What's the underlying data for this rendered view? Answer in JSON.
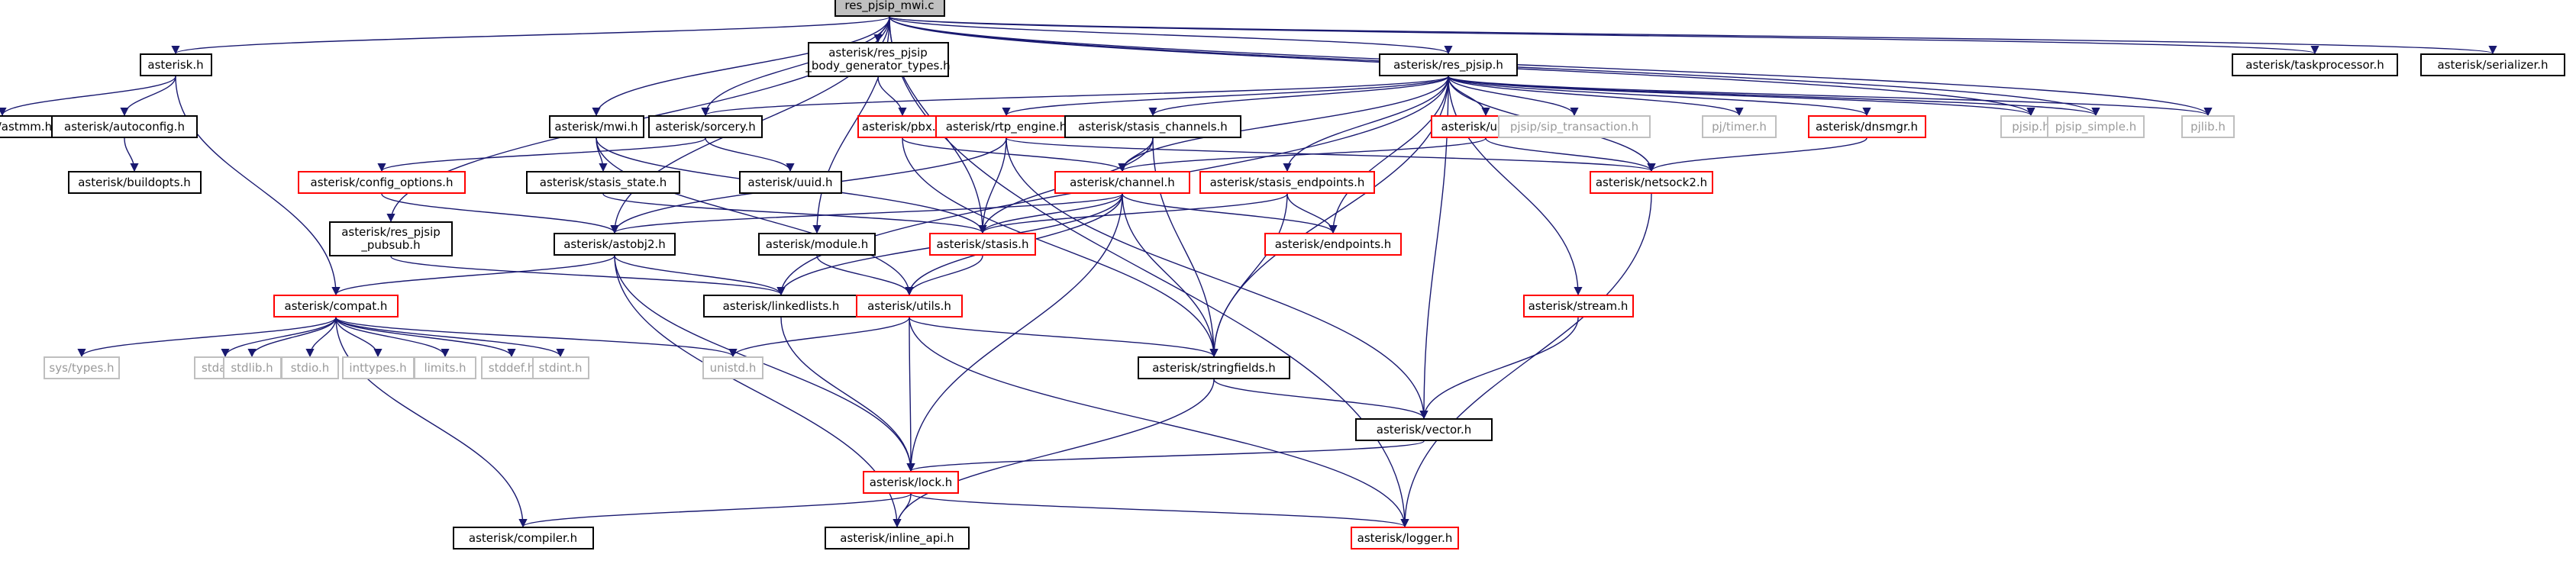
{
  "colors": {
    "edge": "#191970",
    "documented_border": "#000000",
    "incomplete_border": "#ff0000",
    "system_border": "#bfbfbf",
    "system_text": "#9a9a9a",
    "root_fill": "#bfbfbf"
  },
  "nodes": [
    {
      "id": "res_pjsip_mwi_c",
      "label": "res_pjsip_mwi.c",
      "kind": "root"
    },
    {
      "id": "asterisk_h",
      "label": "asterisk.h",
      "kind": "black"
    },
    {
      "id": "res_pjsip_body_generator_types_h",
      "label": "asterisk/res_pjsip\n_body_generator_types.h",
      "kind": "black"
    },
    {
      "id": "res_pjsip_h",
      "label": "asterisk/res_pjsip.h",
      "kind": "black"
    },
    {
      "id": "taskprocessor_h",
      "label": "asterisk/taskprocessor.h",
      "kind": "black"
    },
    {
      "id": "serializer_h",
      "label": "asterisk/serializer.h",
      "kind": "black"
    },
    {
      "id": "astmm_h",
      "label": "asterisk/astmm.h",
      "kind": "black"
    },
    {
      "id": "autoconfig_h",
      "label": "asterisk/autoconfig.h",
      "kind": "black"
    },
    {
      "id": "buildopts_h",
      "label": "asterisk/buildopts.h",
      "kind": "black"
    },
    {
      "id": "mwi_h",
      "label": "asterisk/mwi.h",
      "kind": "black"
    },
    {
      "id": "sorcery_h",
      "label": "asterisk/sorcery.h",
      "kind": "black"
    },
    {
      "id": "pbx_h",
      "label": "asterisk/pbx.h",
      "kind": "red"
    },
    {
      "id": "rtp_engine_h",
      "label": "asterisk/rtp_engine.h",
      "kind": "red"
    },
    {
      "id": "stasis_channels_h",
      "label": "asterisk/stasis_channels.h",
      "kind": "black"
    },
    {
      "id": "udptl_h",
      "label": "asterisk/udptl.h",
      "kind": "red"
    },
    {
      "id": "sip_transaction_h",
      "label": "pjsip/sip_transaction.h",
      "kind": "gray"
    },
    {
      "id": "pj_timer_h",
      "label": "pj/timer.h",
      "kind": "gray"
    },
    {
      "id": "dnsmgr_h",
      "label": "asterisk/dnsmgr.h",
      "kind": "red"
    },
    {
      "id": "pjsip_h",
      "label": "pjsip.h",
      "kind": "gray"
    },
    {
      "id": "pjsip_simple_h",
      "label": "pjsip_simple.h",
      "kind": "gray"
    },
    {
      "id": "pjlib_h",
      "label": "pjlib.h",
      "kind": "gray"
    },
    {
      "id": "config_options_h",
      "label": "asterisk/config_options.h",
      "kind": "red"
    },
    {
      "id": "stasis_state_h",
      "label": "asterisk/stasis_state.h",
      "kind": "black"
    },
    {
      "id": "uuid_h",
      "label": "asterisk/uuid.h",
      "kind": "black"
    },
    {
      "id": "channel_h",
      "label": "asterisk/channel.h",
      "kind": "red"
    },
    {
      "id": "stasis_endpoints_h",
      "label": "asterisk/stasis_endpoints.h",
      "kind": "red"
    },
    {
      "id": "netsock2_h",
      "label": "asterisk/netsock2.h",
      "kind": "red"
    },
    {
      "id": "res_pjsip_pubsub_h",
      "label": "asterisk/res_pjsip\n_pubsub.h",
      "kind": "black"
    },
    {
      "id": "astobj2_h",
      "label": "asterisk/astobj2.h",
      "kind": "black"
    },
    {
      "id": "module_h",
      "label": "asterisk/module.h",
      "kind": "black"
    },
    {
      "id": "stasis_h",
      "label": "asterisk/stasis.h",
      "kind": "red"
    },
    {
      "id": "endpoints_h",
      "label": "asterisk/endpoints.h",
      "kind": "red"
    },
    {
      "id": "compat_h",
      "label": "asterisk/compat.h",
      "kind": "red"
    },
    {
      "id": "linkedlists_h",
      "label": "asterisk/linkedlists.h",
      "kind": "black"
    },
    {
      "id": "utils_h",
      "label": "asterisk/utils.h",
      "kind": "red"
    },
    {
      "id": "stream_h",
      "label": "asterisk/stream.h",
      "kind": "red"
    },
    {
      "id": "sys_types_h",
      "label": "sys/types.h",
      "kind": "gray"
    },
    {
      "id": "stdarg_h",
      "label": "stdarg.h",
      "kind": "gray"
    },
    {
      "id": "stdlib_h",
      "label": "stdlib.h",
      "kind": "gray"
    },
    {
      "id": "stdio_h",
      "label": "stdio.h",
      "kind": "gray"
    },
    {
      "id": "inttypes_h",
      "label": "inttypes.h",
      "kind": "gray"
    },
    {
      "id": "limits_h",
      "label": "limits.h",
      "kind": "gray"
    },
    {
      "id": "stddef_h",
      "label": "stddef.h",
      "kind": "gray"
    },
    {
      "id": "stdint_h",
      "label": "stdint.h",
      "kind": "gray"
    },
    {
      "id": "unistd_h",
      "label": "unistd.h",
      "kind": "gray"
    },
    {
      "id": "stringfields_h",
      "label": "asterisk/stringfields.h",
      "kind": "black"
    },
    {
      "id": "vector_h",
      "label": "asterisk/vector.h",
      "kind": "black"
    },
    {
      "id": "lock_h",
      "label": "asterisk/lock.h",
      "kind": "red"
    },
    {
      "id": "compiler_h",
      "label": "asterisk/compiler.h",
      "kind": "black"
    },
    {
      "id": "inline_api_h",
      "label": "asterisk/inline_api.h",
      "kind": "black"
    },
    {
      "id": "logger_h",
      "label": "asterisk/logger.h",
      "kind": "red"
    }
  ],
  "edges": [
    [
      "res_pjsip_mwi_c",
      "asterisk_h"
    ],
    [
      "res_pjsip_mwi_c",
      "res_pjsip_body_generator_types_h"
    ],
    [
      "res_pjsip_mwi_c",
      "res_pjsip_h"
    ],
    [
      "res_pjsip_mwi_c",
      "taskprocessor_h"
    ],
    [
      "res_pjsip_mwi_c",
      "serializer_h"
    ],
    [
      "res_pjsip_mwi_c",
      "mwi_h"
    ],
    [
      "res_pjsip_mwi_c",
      "sorcery_h"
    ],
    [
      "res_pjsip_mwi_c",
      "module_h"
    ],
    [
      "res_pjsip_mwi_c",
      "astobj2_h"
    ],
    [
      "res_pjsip_mwi_c",
      "res_pjsip_pubsub_h"
    ],
    [
      "res_pjsip_mwi_c",
      "stasis_h"
    ],
    [
      "res_pjsip_mwi_c",
      "pjsip_h"
    ],
    [
      "res_pjsip_mwi_c",
      "pjsip_simple_h"
    ],
    [
      "res_pjsip_mwi_c",
      "pjlib_h"
    ],
    [
      "res_pjsip_mwi_c",
      "logger_h"
    ],
    [
      "asterisk_h",
      "astmm_h"
    ],
    [
      "asterisk_h",
      "autoconfig_h"
    ],
    [
      "asterisk_h",
      "compat_h"
    ],
    [
      "autoconfig_h",
      "buildopts_h"
    ],
    [
      "res_pjsip_body_generator_types_h",
      "pbx_h"
    ],
    [
      "res_pjsip_h",
      "sorcery_h"
    ],
    [
      "res_pjsip_h",
      "rtp_engine_h"
    ],
    [
      "res_pjsip_h",
      "stasis_channels_h"
    ],
    [
      "res_pjsip_h",
      "udptl_h"
    ],
    [
      "res_pjsip_h",
      "sip_transaction_h"
    ],
    [
      "res_pjsip_h",
      "pj_timer_h"
    ],
    [
      "res_pjsip_h",
      "dnsmgr_h"
    ],
    [
      "res_pjsip_h",
      "pjsip_h"
    ],
    [
      "res_pjsip_h",
      "pjsip_simple_h"
    ],
    [
      "res_pjsip_h",
      "pjlib_h"
    ],
    [
      "res_pjsip_h",
      "channel_h"
    ],
    [
      "res_pjsip_h",
      "stasis_endpoints_h"
    ],
    [
      "res_pjsip_h",
      "netsock2_h"
    ],
    [
      "res_pjsip_h",
      "linkedlists_h"
    ],
    [
      "res_pjsip_h",
      "stringfields_h"
    ],
    [
      "res_pjsip_h",
      "endpoints_h"
    ],
    [
      "res_pjsip_h",
      "stream_h"
    ],
    [
      "res_pjsip_h",
      "vector_h"
    ],
    [
      "mwi_h",
      "stasis_state_h"
    ],
    [
      "mwi_h",
      "stasis_h"
    ],
    [
      "mwi_h",
      "utils_h"
    ],
    [
      "sorcery_h",
      "config_options_h"
    ],
    [
      "sorcery_h",
      "uuid_h"
    ],
    [
      "config_options_h",
      "astobj2_h"
    ],
    [
      "pbx_h",
      "channel_h"
    ],
    [
      "pbx_h",
      "stringfields_h"
    ],
    [
      "rtp_engine_h",
      "astobj2_h"
    ],
    [
      "rtp_engine_h",
      "stasis_h"
    ],
    [
      "rtp_engine_h",
      "netsock2_h"
    ],
    [
      "rtp_engine_h",
      "vector_h"
    ],
    [
      "stasis_channels_h",
      "channel_h"
    ],
    [
      "stasis_channels_h",
      "stasis_h"
    ],
    [
      "stasis_channels_h",
      "stringfields_h"
    ],
    [
      "udptl_h",
      "channel_h"
    ],
    [
      "udptl_h",
      "netsock2_h"
    ],
    [
      "dnsmgr_h",
      "netsock2_h"
    ],
    [
      "stasis_state_h",
      "stasis_h"
    ],
    [
      "channel_h",
      "astobj2_h"
    ],
    [
      "channel_h",
      "stasis_h"
    ],
    [
      "channel_h",
      "endpoints_h"
    ],
    [
      "channel_h",
      "linkedlists_h"
    ],
    [
      "channel_h",
      "utils_h"
    ],
    [
      "channel_h",
      "stringfields_h"
    ],
    [
      "channel_h",
      "lock_h"
    ],
    [
      "stasis_endpoints_h",
      "stasis_h"
    ],
    [
      "stasis_endpoints_h",
      "endpoints_h"
    ],
    [
      "stasis_endpoints_h",
      "stringfields_h"
    ],
    [
      "netsock2_h",
      "logger_h"
    ],
    [
      "res_pjsip_pubsub_h",
      "linkedlists_h"
    ],
    [
      "astobj2_h",
      "compat_h"
    ],
    [
      "astobj2_h",
      "linkedlists_h"
    ],
    [
      "astobj2_h",
      "inline_api_h"
    ],
    [
      "astobj2_h",
      "lock_h"
    ],
    [
      "module_h",
      "utils_h"
    ],
    [
      "stasis_h",
      "utils_h"
    ],
    [
      "compat_h",
      "sys_types_h"
    ],
    [
      "compat_h",
      "stdarg_h"
    ],
    [
      "compat_h",
      "stdlib_h"
    ],
    [
      "compat_h",
      "stdio_h"
    ],
    [
      "compat_h",
      "inttypes_h"
    ],
    [
      "compat_h",
      "limits_h"
    ],
    [
      "compat_h",
      "stddef_h"
    ],
    [
      "compat_h",
      "stdint_h"
    ],
    [
      "compat_h",
      "unistd_h"
    ],
    [
      "compat_h",
      "compiler_h"
    ],
    [
      "linkedlists_h",
      "lock_h"
    ],
    [
      "utils_h",
      "unistd_h"
    ],
    [
      "utils_h",
      "lock_h"
    ],
    [
      "utils_h",
      "stringfields_h"
    ],
    [
      "utils_h",
      "logger_h"
    ],
    [
      "stream_h",
      "vector_h"
    ],
    [
      "stringfields_h",
      "vector_h"
    ],
    [
      "stringfields_h",
      "inline_api_h"
    ],
    [
      "vector_h",
      "lock_h"
    ],
    [
      "lock_h",
      "compiler_h"
    ],
    [
      "lock_h",
      "inline_api_h"
    ],
    [
      "lock_h",
      "logger_h"
    ]
  ]
}
